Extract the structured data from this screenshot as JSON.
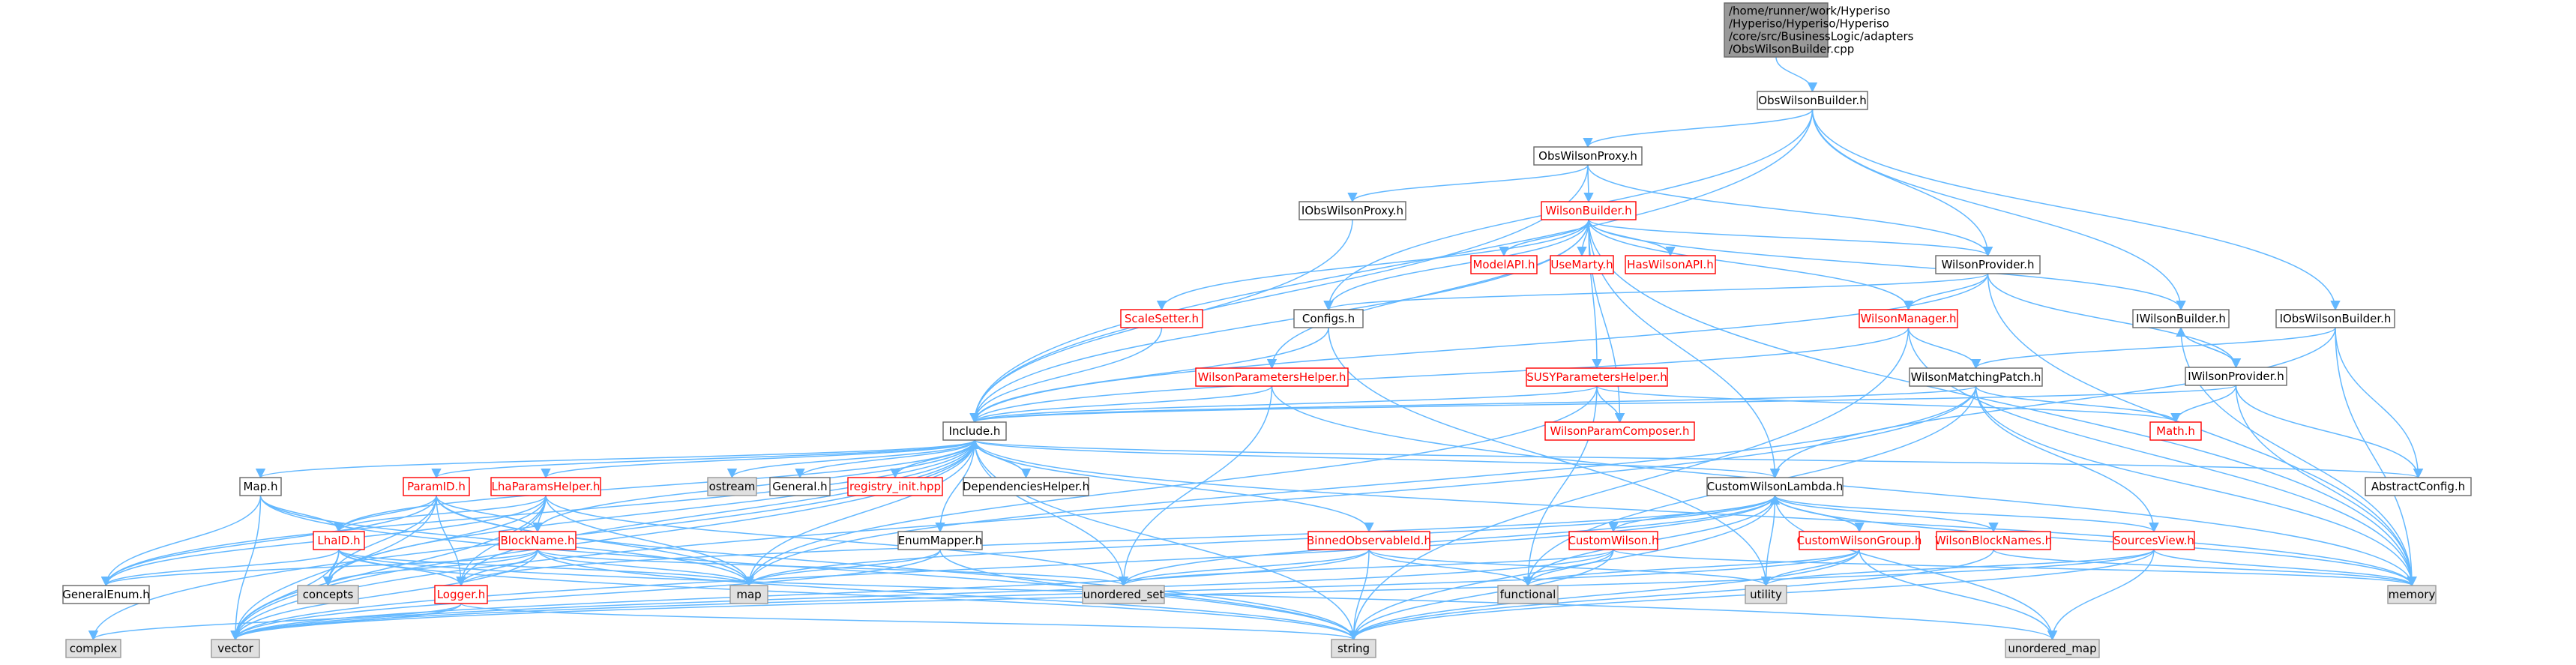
{
  "colors": {
    "edge": "#63b8ff",
    "root_fill": "#999999",
    "default_fill": "#ffffff",
    "default_stroke": "#666666",
    "default_text": "#000000",
    "red_text": "#ff0000",
    "red_stroke": "#ff0000",
    "system_fill": "#e0e0e0",
    "system_stroke": "#999999"
  },
  "nodes": [
    {
      "id": "root",
      "label": "/home/runner/work/Hyperiso\n/Hyperiso/Hyperiso/Hyperiso\n/core/src/BusinessLogic/adapters\n/ObsWilsonBuilder.cpp",
      "style": "root"
    },
    {
      "id": "obswb",
      "label": "ObsWilsonBuilder.h",
      "style": "normal"
    },
    {
      "id": "obswp",
      "label": "ObsWilsonProxy.h",
      "style": "normal"
    },
    {
      "id": "iobswp",
      "label": "IObsWilsonProxy.h",
      "style": "normal"
    },
    {
      "id": "wb",
      "label": "WilsonBuilder.h",
      "style": "red"
    },
    {
      "id": "modelapi",
      "label": "ModelAPI.h",
      "style": "red"
    },
    {
      "id": "usemarty",
      "label": "UseMarty.h",
      "style": "red"
    },
    {
      "id": "haswilson",
      "label": "HasWilsonAPI.h",
      "style": "red"
    },
    {
      "id": "wprov",
      "label": "WilsonProvider.h",
      "style": "normal"
    },
    {
      "id": "scale",
      "label": "ScaleSetter.h",
      "style": "red"
    },
    {
      "id": "configs",
      "label": "Configs.h",
      "style": "normal"
    },
    {
      "id": "wmgr",
      "label": "WilsonManager.h",
      "style": "red"
    },
    {
      "id": "iwb",
      "label": "IWilsonBuilder.h",
      "style": "normal"
    },
    {
      "id": "iobswb",
      "label": "IObsWilsonBuilder.h",
      "style": "normal"
    },
    {
      "id": "iwp",
      "label": "IWilsonProvider.h",
      "style": "normal"
    },
    {
      "id": "wph",
      "label": "WilsonParametersHelper.h",
      "style": "red"
    },
    {
      "id": "susy",
      "label": "SUSYParametersHelper.h",
      "style": "red"
    },
    {
      "id": "wmp",
      "label": "WilsonMatchingPatch.h",
      "style": "normal"
    },
    {
      "id": "include",
      "label": "Include.h",
      "style": "normal"
    },
    {
      "id": "wpc",
      "label": "WilsonParamComposer.h",
      "style": "red"
    },
    {
      "id": "math",
      "label": "Math.h",
      "style": "red"
    },
    {
      "id": "maph",
      "label": "Map.h",
      "style": "normal"
    },
    {
      "id": "paramid",
      "label": "ParamID.h",
      "style": "red"
    },
    {
      "id": "lhaph",
      "label": "LhaParamsHelper.h",
      "style": "red"
    },
    {
      "id": "ostream",
      "label": "ostream",
      "style": "system"
    },
    {
      "id": "general",
      "label": "General.h",
      "style": "normal"
    },
    {
      "id": "reginit",
      "label": "registry_init.hpp",
      "style": "red"
    },
    {
      "id": "dephelp",
      "label": "DependenciesHelper.h",
      "style": "normal"
    },
    {
      "id": "cwl",
      "label": "CustomWilsonLambda.h",
      "style": "normal"
    },
    {
      "id": "abscfg",
      "label": "AbstractConfig.h",
      "style": "normal"
    },
    {
      "id": "lhaid",
      "label": "LhaID.h",
      "style": "red"
    },
    {
      "id": "blockname",
      "label": "BlockName.h",
      "style": "red"
    },
    {
      "id": "enummap",
      "label": "EnumMapper.h",
      "style": "normal"
    },
    {
      "id": "binned",
      "label": "BinnedObservableId.h",
      "style": "red"
    },
    {
      "id": "cw",
      "label": "CustomWilson.h",
      "style": "red"
    },
    {
      "id": "cwg",
      "label": "CustomWilsonGroup.h",
      "style": "red"
    },
    {
      "id": "wbn",
      "label": "WilsonBlockNames.h",
      "style": "red"
    },
    {
      "id": "sources",
      "label": "SourcesView.h",
      "style": "red"
    },
    {
      "id": "genenum",
      "label": "GeneralEnum.h",
      "style": "normal"
    },
    {
      "id": "concepts",
      "label": "concepts",
      "style": "system"
    },
    {
      "id": "map",
      "label": "map",
      "style": "system"
    },
    {
      "id": "uset",
      "label": "unordered_set",
      "style": "system"
    },
    {
      "id": "functional",
      "label": "functional",
      "style": "system"
    },
    {
      "id": "utility",
      "label": "utility",
      "style": "system"
    },
    {
      "id": "memory",
      "label": "memory",
      "style": "system"
    },
    {
      "id": "logger",
      "label": "Logger.h",
      "style": "red"
    },
    {
      "id": "complex",
      "label": "complex",
      "style": "system"
    },
    {
      "id": "vector",
      "label": "vector",
      "style": "system"
    },
    {
      "id": "string",
      "label": "string",
      "style": "system"
    },
    {
      "id": "umap",
      "label": "unordered_map",
      "style": "system"
    }
  ],
  "edges": [
    [
      "root",
      "obswb"
    ],
    [
      "obswb",
      "obswp"
    ],
    [
      "obswb",
      "configs"
    ],
    [
      "obswb",
      "include"
    ],
    [
      "obswb",
      "wprov"
    ],
    [
      "obswb",
      "iwb"
    ],
    [
      "obswb",
      "iobswb"
    ],
    [
      "obswp",
      "iobswp"
    ],
    [
      "obswp",
      "wb"
    ],
    [
      "obswp",
      "include"
    ],
    [
      "obswp",
      "wprov"
    ],
    [
      "iobswp",
      "include"
    ],
    [
      "wb",
      "modelapi"
    ],
    [
      "wb",
      "usemarty"
    ],
    [
      "wb",
      "haswilson"
    ],
    [
      "wb",
      "wprov"
    ],
    [
      "wb",
      "scale"
    ],
    [
      "wb",
      "configs"
    ],
    [
      "wb",
      "wmgr"
    ],
    [
      "wb",
      "iwb"
    ],
    [
      "wb",
      "wph"
    ],
    [
      "wb",
      "susy"
    ],
    [
      "wb",
      "include"
    ],
    [
      "wb",
      "cwl"
    ],
    [
      "wb",
      "wpc"
    ],
    [
      "wb",
      "memory"
    ],
    [
      "wprov",
      "configs"
    ],
    [
      "wprov",
      "wmgr"
    ],
    [
      "wprov",
      "iwp"
    ],
    [
      "wprov",
      "include"
    ],
    [
      "wprov",
      "memory"
    ],
    [
      "scale",
      "include"
    ],
    [
      "configs",
      "include"
    ],
    [
      "configs",
      "utility"
    ],
    [
      "wmgr",
      "wmp"
    ],
    [
      "wmgr",
      "include"
    ],
    [
      "wmgr",
      "string"
    ],
    [
      "wmgr",
      "memory"
    ],
    [
      "iwb",
      "iwp"
    ],
    [
      "iwb",
      "memory"
    ],
    [
      "iwp",
      "iwb"
    ],
    [
      "iwp",
      "include"
    ],
    [
      "iwp",
      "math"
    ],
    [
      "iwp",
      "abscfg"
    ],
    [
      "iwp",
      "memory"
    ],
    [
      "iobswb",
      "abscfg"
    ],
    [
      "iobswb",
      "wmp"
    ],
    [
      "iobswb",
      "memory"
    ],
    [
      "iobswb",
      "cwl"
    ],
    [
      "wph",
      "include"
    ],
    [
      "wph",
      "uset"
    ],
    [
      "wph",
      "memory"
    ],
    [
      "susy",
      "include"
    ],
    [
      "susy",
      "wpc"
    ],
    [
      "susy",
      "functional"
    ],
    [
      "susy",
      "math"
    ],
    [
      "susy",
      "map"
    ],
    [
      "wmp",
      "include"
    ],
    [
      "wmp",
      "math"
    ],
    [
      "wmp",
      "sources"
    ],
    [
      "wmp",
      "functional"
    ],
    [
      "wmp",
      "vector"
    ],
    [
      "wmp",
      "memory"
    ],
    [
      "wmp",
      "map"
    ],
    [
      "include",
      "maph"
    ],
    [
      "include",
      "paramid"
    ],
    [
      "include",
      "lhaph"
    ],
    [
      "include",
      "ostream"
    ],
    [
      "include",
      "general"
    ],
    [
      "include",
      "reginit"
    ],
    [
      "include",
      "dephelp"
    ],
    [
      "include",
      "cwl"
    ],
    [
      "include",
      "abscfg"
    ],
    [
      "include",
      "memory"
    ],
    [
      "include",
      "string"
    ],
    [
      "include",
      "vector"
    ],
    [
      "include",
      "complex"
    ],
    [
      "include",
      "map"
    ],
    [
      "include",
      "lhaid"
    ],
    [
      "include",
      "blockname"
    ],
    [
      "include",
      "logger"
    ],
    [
      "include",
      "enummap"
    ],
    [
      "include",
      "binned"
    ],
    [
      "include",
      "genenum"
    ],
    [
      "include",
      "concepts"
    ],
    [
      "include",
      "uset"
    ],
    [
      "dephelp",
      "include"
    ],
    [
      "maph",
      "lhaid"
    ],
    [
      "maph",
      "genenum"
    ],
    [
      "maph",
      "map"
    ],
    [
      "maph",
      "vector"
    ],
    [
      "maph",
      "string"
    ],
    [
      "paramid",
      "lhaid"
    ],
    [
      "paramid",
      "blockname"
    ],
    [
      "paramid",
      "logger"
    ],
    [
      "paramid",
      "genenum"
    ],
    [
      "paramid",
      "string"
    ],
    [
      "paramid",
      "map"
    ],
    [
      "paramid",
      "vector"
    ],
    [
      "paramid",
      "concepts"
    ],
    [
      "lhaph",
      "lhaid"
    ],
    [
      "lhaph",
      "blockname"
    ],
    [
      "lhaph",
      "logger"
    ],
    [
      "lhaph",
      "genenum"
    ],
    [
      "lhaph",
      "uset"
    ],
    [
      "lhaph",
      "map"
    ],
    [
      "lhaph",
      "vector"
    ],
    [
      "lhaph",
      "concepts"
    ],
    [
      "lhaid",
      "genenum"
    ],
    [
      "lhaid",
      "logger"
    ],
    [
      "lhaid",
      "concepts"
    ],
    [
      "lhaid",
      "map"
    ],
    [
      "lhaid",
      "vector"
    ],
    [
      "lhaid",
      "string"
    ],
    [
      "lhaid",
      "umap"
    ],
    [
      "blockname",
      "genenum"
    ],
    [
      "blockname",
      "logger"
    ],
    [
      "blockname",
      "concepts"
    ],
    [
      "blockname",
      "map"
    ],
    [
      "blockname",
      "uset"
    ],
    [
      "blockname",
      "vector"
    ],
    [
      "blockname",
      "string"
    ],
    [
      "logger",
      "complex"
    ],
    [
      "logger",
      "vector"
    ],
    [
      "logger",
      "string"
    ],
    [
      "enummap",
      "map"
    ],
    [
      "enummap",
      "string"
    ],
    [
      "enummap",
      "vector"
    ],
    [
      "binned",
      "uset"
    ],
    [
      "binned",
      "functional"
    ],
    [
      "binned",
      "string"
    ],
    [
      "binned",
      "vector"
    ],
    [
      "binned",
      "utility"
    ],
    [
      "cwl",
      "cw"
    ],
    [
      "cwl",
      "cwg"
    ],
    [
      "cwl",
      "wbn"
    ],
    [
      "cwl",
      "sources"
    ],
    [
      "cwl",
      "functional"
    ],
    [
      "cwl",
      "utility"
    ],
    [
      "cwl",
      "string"
    ],
    [
      "cwl",
      "vector"
    ],
    [
      "cwl",
      "memory"
    ],
    [
      "cwl",
      "uset"
    ],
    [
      "cwl",
      "umap"
    ],
    [
      "cwl",
      "map"
    ],
    [
      "cwl",
      "logger"
    ],
    [
      "cw",
      "functional"
    ],
    [
      "cw",
      "string"
    ],
    [
      "cw",
      "vector"
    ],
    [
      "cw",
      "uset"
    ],
    [
      "cw",
      "memory"
    ],
    [
      "cwg",
      "cwl"
    ],
    [
      "cwg",
      "functional"
    ],
    [
      "cwg",
      "utility"
    ],
    [
      "cwg",
      "string"
    ],
    [
      "cwg",
      "vector"
    ],
    [
      "cwg",
      "umap"
    ],
    [
      "wbn",
      "string"
    ],
    [
      "wbn",
      "memory"
    ],
    [
      "sources",
      "memory"
    ],
    [
      "sources",
      "string"
    ],
    [
      "sources",
      "vector"
    ],
    [
      "sources",
      "umap"
    ],
    [
      "sources",
      "utility"
    ]
  ]
}
